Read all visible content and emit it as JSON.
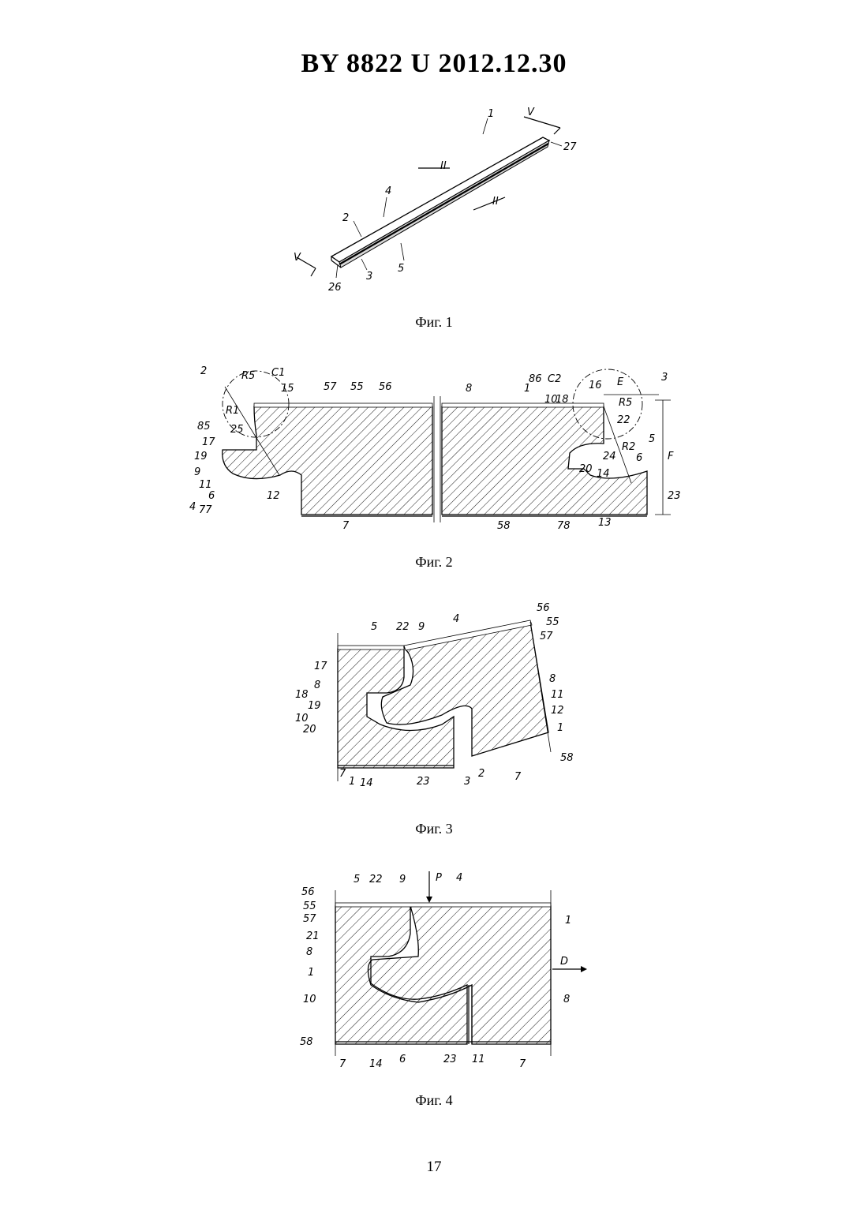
{
  "header": {
    "title": "BY  8822  U  2012.12.30"
  },
  "figures": [
    {
      "caption": "Фиг. 1",
      "labels": [
        "1",
        "V",
        "27",
        "II",
        "4",
        "II",
        "2",
        "V",
        "26",
        "3",
        "5"
      ]
    },
    {
      "caption": "Фиг. 2",
      "labels": [
        "2",
        "R5",
        "C1",
        "15",
        "57",
        "55",
        "56",
        "8",
        "1",
        "86",
        "C2",
        "10",
        "18",
        "16",
        "E",
        "3",
        "R5",
        "22",
        "5",
        "F",
        "R1",
        "85",
        "25",
        "17",
        "19",
        "9",
        "11",
        "4",
        "6",
        "77",
        "12",
        "24",
        "R2",
        "6",
        "20",
        "14",
        "23",
        "7",
        "58",
        "78",
        "13"
      ]
    },
    {
      "caption": "Фиг. 3",
      "labels": [
        "56",
        "55",
        "57",
        "5",
        "22",
        "9",
        "4",
        "17",
        "8",
        "8",
        "18",
        "19",
        "10",
        "20",
        "11",
        "12",
        "1",
        "58",
        "7",
        "1",
        "14",
        "23",
        "3",
        "2",
        "7"
      ]
    },
    {
      "caption": "Фиг. 4",
      "labels": [
        "P",
        "4",
        "56",
        "5",
        "22",
        "9",
        "55",
        "57",
        "1",
        "21",
        "8",
        "1",
        "D",
        "10",
        "8",
        "58",
        "7",
        "14",
        "6",
        "23",
        "11",
        "7"
      ]
    }
  ],
  "footer": {
    "page_number": "17"
  }
}
